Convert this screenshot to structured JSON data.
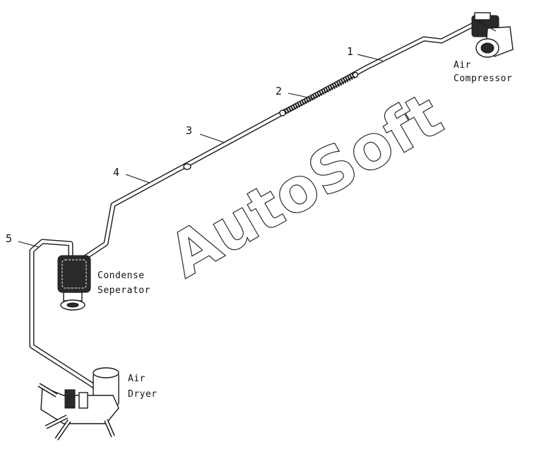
{
  "watermark": "AutoSoft",
  "components": {
    "air_compressor": {
      "line1": "Air",
      "line2": "Compressor"
    },
    "condense_separator": {
      "line1": "Condense",
      "line2": "Seperator"
    },
    "air_dryer": {
      "line1": "Air",
      "line2": "Dryer"
    }
  },
  "callouts": [
    "1",
    "2",
    "3",
    "4",
    "5"
  ]
}
